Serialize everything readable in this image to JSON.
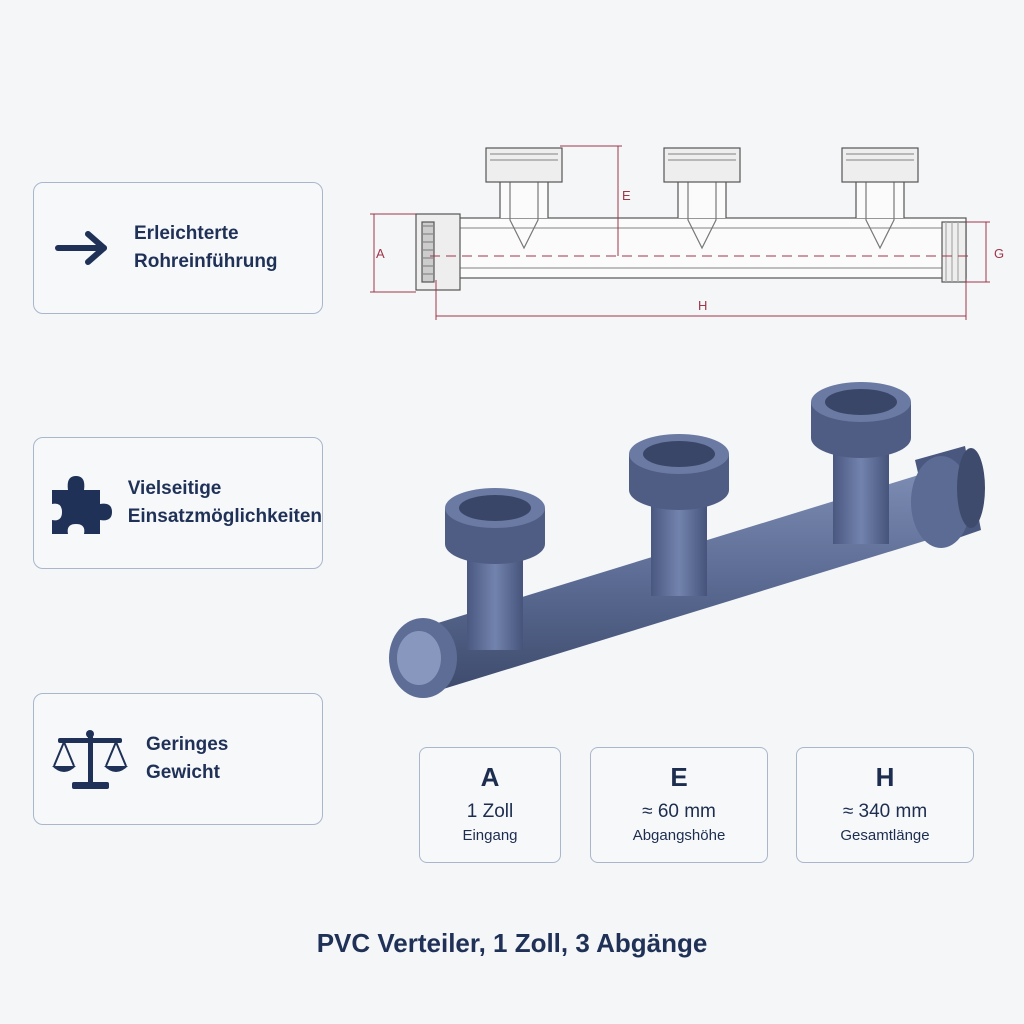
{
  "features": [
    {
      "icon": "arrow-right-icon",
      "line1": "Erleichterte",
      "line2": "Rohreinführung"
    },
    {
      "icon": "puzzle-icon",
      "line1": "Vielseitige",
      "line2": "Einsatzmöglichkeiten"
    },
    {
      "icon": "scale-icon",
      "line1": "Geringes",
      "line2": "Gewicht"
    }
  ],
  "drawing": {
    "label_a": "A",
    "label_e": "E",
    "label_g": "G",
    "label_h": "H"
  },
  "specs": [
    {
      "letter": "A",
      "value": "1 Zoll",
      "desc": "Eingang"
    },
    {
      "letter": "E",
      "value": "≈ 60 mm",
      "desc": "Abgangshöhe"
    },
    {
      "letter": "H",
      "value": "≈ 340 mm",
      "desc": "Gesamtlänge"
    }
  ],
  "title": "PVC Verteiler, 1 Zoll, 3 Abgänge",
  "colors": {
    "navy": "#1f3157",
    "dimension": "#a0364a",
    "pvc": "#5b6b93"
  }
}
